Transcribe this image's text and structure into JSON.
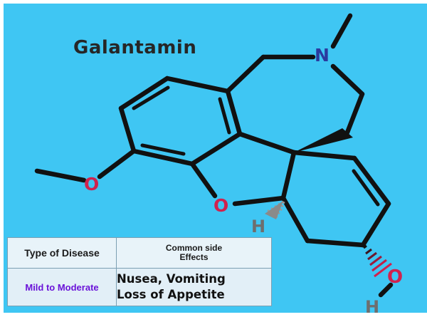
{
  "molecule": {
    "name": "Galantamin",
    "atoms": {
      "n": "N",
      "o_methoxy": "O",
      "o_ring": "O",
      "o_hydroxyl": "O",
      "h_ring": "H",
      "h_hydroxyl": "H"
    },
    "colors": {
      "background": "#3fc6f3",
      "bond": "#111111",
      "nitrogen": "#2b3a9e",
      "oxygen": "#d0224e",
      "hydrogen": "#6e6e6e"
    }
  },
  "table": {
    "headers": {
      "type": "Type of Disease",
      "effects_line1": "Common side",
      "effects_line2": "Effects"
    },
    "row": {
      "severity": "Mild to Moderate",
      "effects_line1": "Nusea, Vomiting",
      "effects_line2": "Loss of Appetite"
    },
    "colors": {
      "severity_text": "#6a12d8"
    }
  }
}
